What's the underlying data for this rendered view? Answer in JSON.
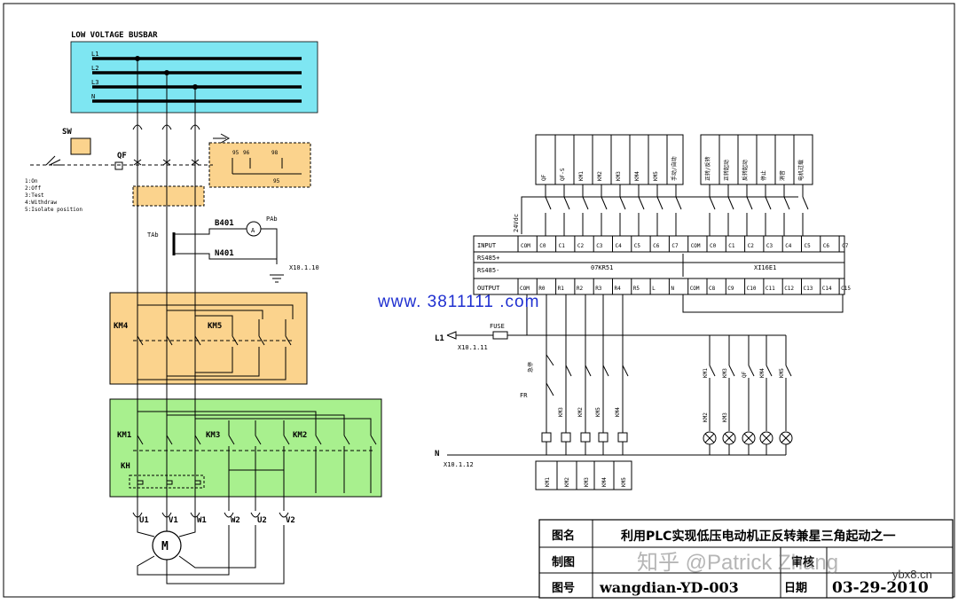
{
  "colors": {
    "busbar_fill": "#7ee6f2",
    "orange_fill": "#fbd38d",
    "green_fill": "#a8f08e",
    "red_bar": "#e8201e",
    "url_blue": "#1f2fd0"
  },
  "power": {
    "busbar_title": "LOW VOLTAGE BUSBAR",
    "busbar_lines": [
      "L1",
      "L2",
      "L3",
      "N"
    ],
    "sw_label": "SW",
    "qf_label": "QF",
    "positions": [
      "1:On",
      "2:Off",
      "3:Test",
      "4:Withdraw",
      "5:Isolate position"
    ],
    "aux_contacts": [
      "95",
      "96",
      "98",
      "95"
    ],
    "tab_label": "TAb",
    "b401": "B401",
    "n401": "N401",
    "pab": "PAb",
    "ammeter": "A",
    "x1010": "X10.1.10",
    "km4": "KM4",
    "km5": "KM5",
    "km1": "KM1",
    "km3": "KM3",
    "km2": "KM2",
    "kh": "KH",
    "terminals": [
      "U1",
      "V1",
      "W1",
      "W2",
      "U2",
      "V2"
    ],
    "motor": "M"
  },
  "plc": {
    "input_row_label": "INPUT",
    "rs485p": "RS485+",
    "rs485m": "RS485-",
    "output_row_label": "OUTPUT",
    "input_cells_a": [
      "COM",
      "C0",
      "C1",
      "C2",
      "C3",
      "C4",
      "C5",
      "C6",
      "C7"
    ],
    "input_cells_b": [
      "COM",
      "C0",
      "C1",
      "C2",
      "C3",
      "C4",
      "C5",
      "C6",
      "C7"
    ],
    "output_cells_a": [
      "COM",
      "R0",
      "R1",
      "R2",
      "R3",
      "R4",
      "R5",
      "L",
      "N"
    ],
    "output_cells_b": [
      "COM",
      "C8",
      "C9",
      "C10",
      "C11",
      "C12",
      "C13",
      "C14",
      "C15"
    ],
    "module_a": "07KR51",
    "module_b": "XI16E1",
    "vdc": "24Vdc",
    "input_labels_a": [
      "QF",
      "QF-S",
      "KM1",
      "KM2",
      "KM3",
      "KM4",
      "KM5",
      "手动/自动"
    ],
    "input_labels_b": [
      "正转/反转",
      "正转起动",
      "反转起动",
      "停止",
      "消音",
      "电机过载"
    ],
    "l1": "L1",
    "x1011": "X10.1.11",
    "fuse": "FUSE",
    "stop_label": "急停",
    "fr_label": "FR",
    "coil_interlocks": [
      "KM3",
      "KM2",
      "KM5",
      "KM4"
    ],
    "coil_labels": [
      "KM1",
      "KM2",
      "KM3",
      "KM4",
      "KM5"
    ],
    "lamp_labels": [
      "KM1",
      "KM3",
      "QF",
      "KM4",
      "KM5"
    ],
    "lamp_interlocks": [
      "KM2",
      "KM3"
    ],
    "n": "N",
    "x1012": "X10.1.12"
  },
  "watermark_url": "www. 3811111 .com",
  "title_block": {
    "drawing_name_label": "图名",
    "drawing_name": "利用PLC实现低压电动机正反转兼星三角起动之一",
    "drawn_by_label": "制图",
    "review_label": "审核",
    "drawing_no_label": "图号",
    "drawing_no": "wangdian-YD-003",
    "date_label": "日期",
    "date": "03-29-2010"
  },
  "watermark_zhihu": "知乎 @Patrick Zhang",
  "watermark_site": "ybx8.cn"
}
